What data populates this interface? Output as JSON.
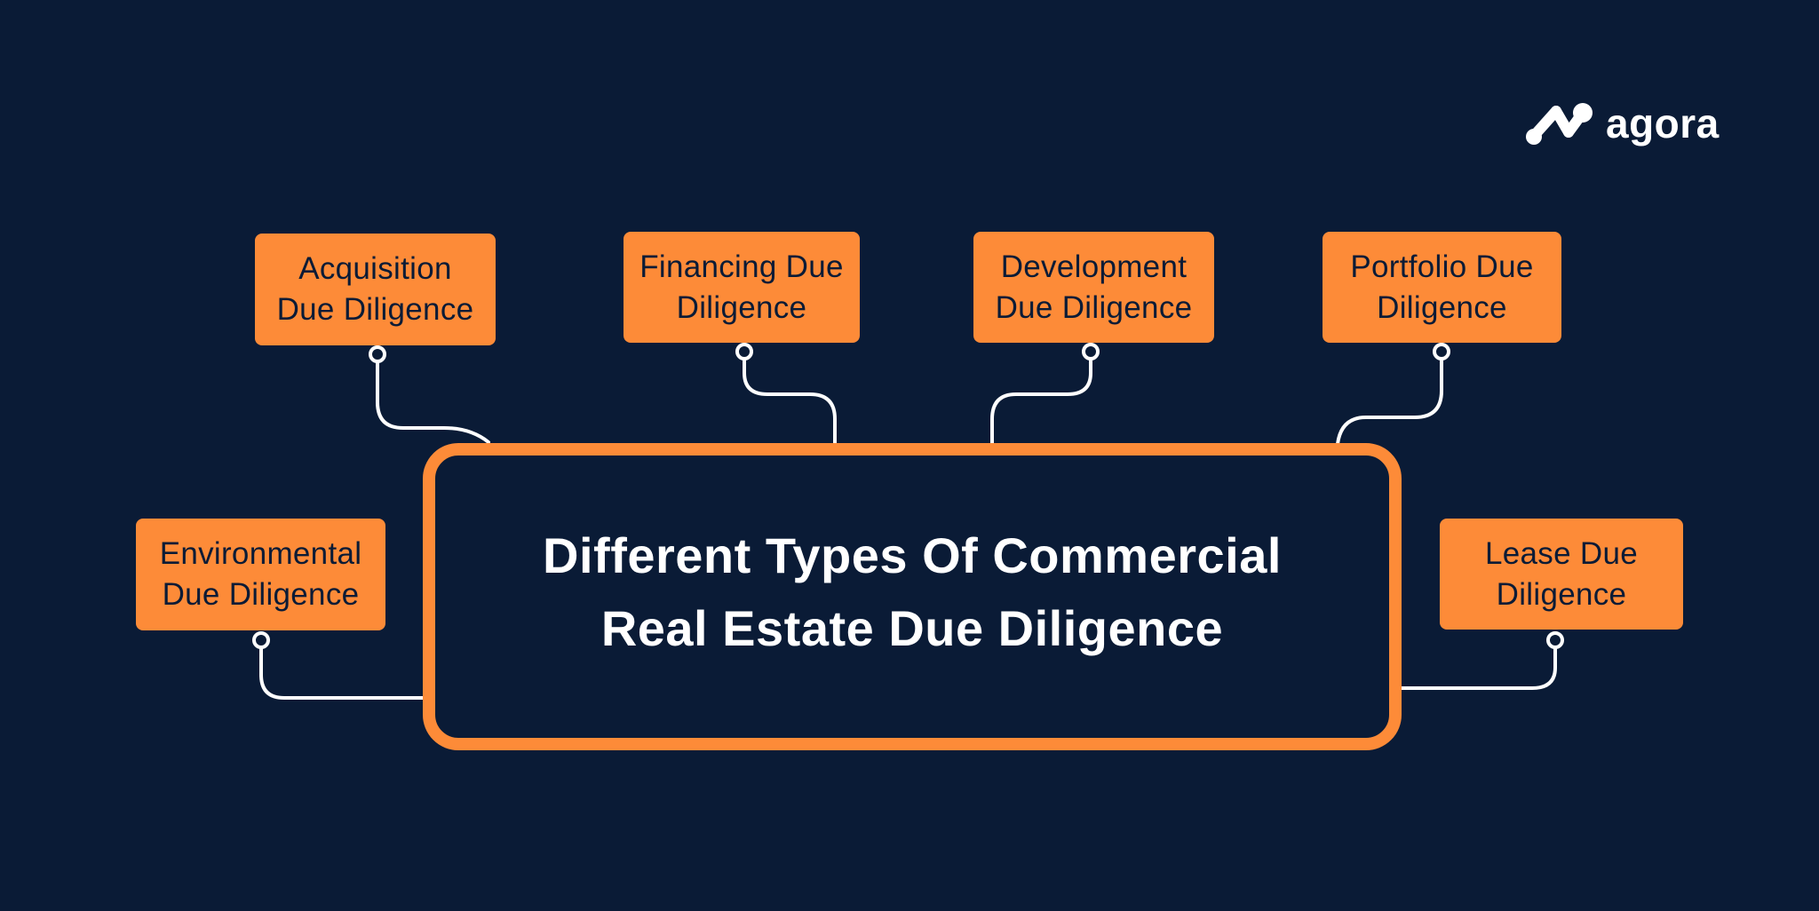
{
  "diagram": {
    "title_line1": "Different Types Of Commercial",
    "title_line2": "Real Estate Due Diligence",
    "nodes": {
      "acquisition": {
        "line1": "Acquisition",
        "line2": "Due Diligence"
      },
      "financing": {
        "line1": "Financing Due",
        "line2": "Diligence"
      },
      "development": {
        "line1": "Development",
        "line2": "Due Diligence"
      },
      "portfolio": {
        "line1": "Portfolio Due",
        "line2": "Diligence"
      },
      "environmental": {
        "line1": "Environmental",
        "line2": "Due Diligence"
      },
      "lease": {
        "line1": "Lease Due",
        "line2": "Diligence"
      }
    }
  },
  "logo": {
    "text": "agora",
    "icon": "agora-logo-icon"
  },
  "colors": {
    "background": "#0a1b36",
    "accent": "#fd8b38",
    "line": "#ffffff",
    "title_text": "#ffffff",
    "node_text": "#0a1b36"
  }
}
